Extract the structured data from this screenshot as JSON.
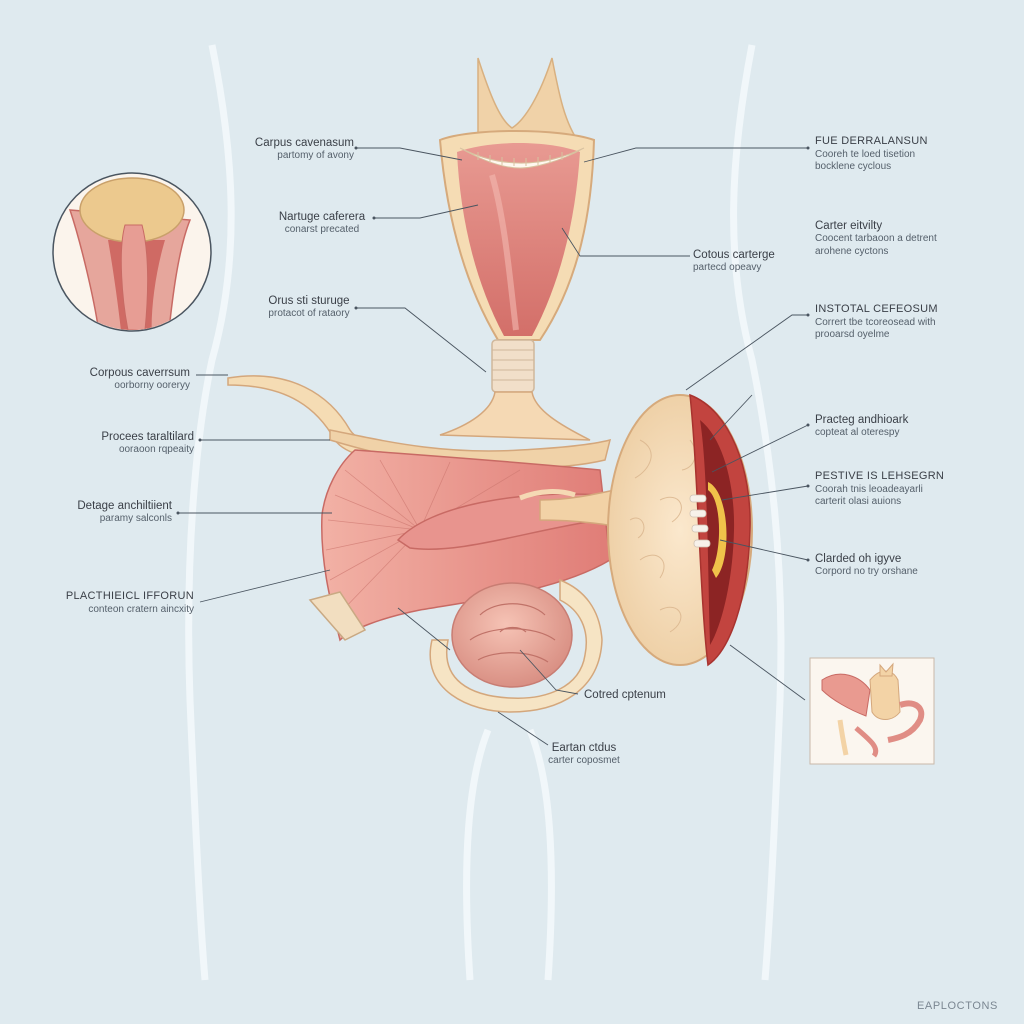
{
  "labels": {
    "l1": {
      "title": "Carpus cavenasum",
      "sub": "partomy of avony"
    },
    "l2": {
      "title": "Nartuge caferera",
      "sub": "conarst precated"
    },
    "l3": {
      "title": "Orus sti sturuge",
      "sub": "protacot of rataory"
    },
    "l4": {
      "title": "Corpous caverrsum",
      "sub": "oorborny ooreryy"
    },
    "l5": {
      "title": "Procees taraltilard",
      "sub": "ooraoon rqpeaity"
    },
    "l6": {
      "title": "Detage anchiltiient",
      "sub": "paramy salconls"
    },
    "l7": {
      "title": "PLACTHIEICL IFFORUN",
      "sub": "conteon cratern aincxity"
    },
    "l8": {
      "title": "Cotred cptenum",
      "sub": ""
    },
    "l9": {
      "title": "Eartan ctdus",
      "sub": "carter coposmet"
    },
    "r1": {
      "title": "FUE DERRALANSUN",
      "sub1": "Cooreh te loed tisetion",
      "sub2": "bocklene cyclous"
    },
    "r2": {
      "title": "Carter eitvilty",
      "sub1": "Coocent tarbaoon a detrent",
      "sub2": "arohene cyctons"
    },
    "r3": {
      "title": "Cotous carterge",
      "sub1": "partecd opeavy",
      "sub2": ""
    },
    "r4": {
      "title": "INSTOTAL CEFEOSUM",
      "sub1": "Corrert tbe tcoreosead with",
      "sub2": "prooarsd oyelme"
    },
    "r5": {
      "title": "Practeg andhioark",
      "sub1": "copteat al oterespy",
      "sub2": ""
    },
    "r6": {
      "title": "PESTIVE IS LEHSEGRN",
      "sub1": "Coorah tnis leoadeayarli",
      "sub2": "carterit olasi auions"
    },
    "r7": {
      "title": "Clarded oh igyve",
      "sub1": "Corpord no try orshane",
      "sub2": ""
    }
  },
  "footer": "EAPLOCTONS",
  "colors": {
    "background": "#dfeaef",
    "tissue_pink": "#e9a79b",
    "tissue_dark": "#c85a55",
    "cartilage": "#f3dcb8",
    "leader_line": "#4a5560"
  }
}
